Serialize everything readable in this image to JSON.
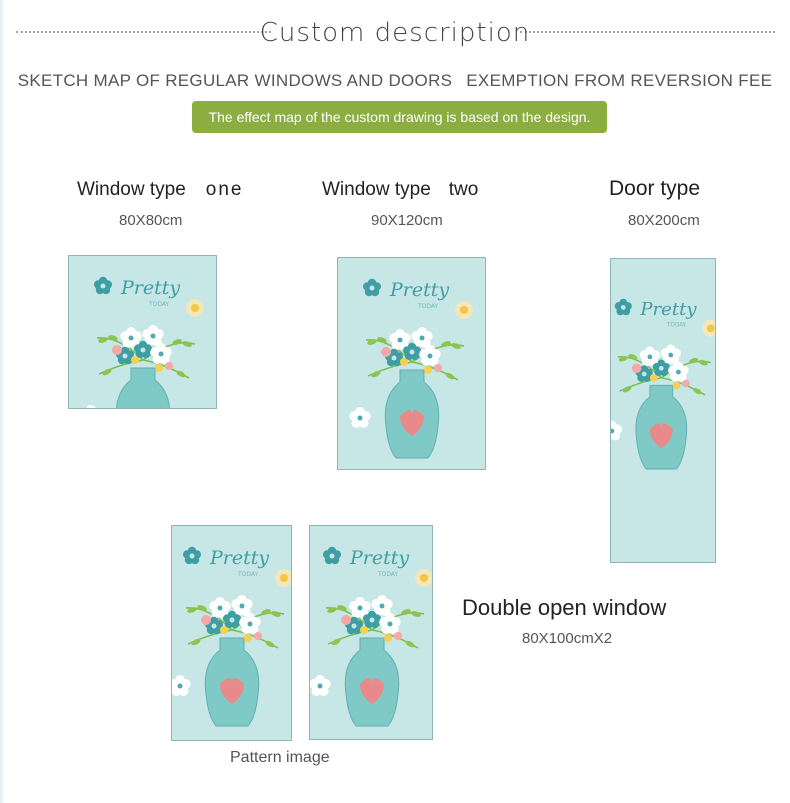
{
  "header": {
    "title": "Custom description",
    "subtitle_left": "SKETCH MAP OF REGULAR WINDOWS AND DOORS",
    "subtitle_right": "EXEMPTION FROM REVERSION FEE",
    "banner": "The effect map of the custom drawing is based on the design."
  },
  "types": {
    "window_one": {
      "label_a": "Window type",
      "label_b": "one",
      "size": "80X80cm"
    },
    "window_two": {
      "label_a": "Window type",
      "label_b": "two",
      "size": "90X120cm"
    },
    "door": {
      "label": "Door type",
      "size": "80X200cm"
    },
    "double": {
      "label": "Double open window",
      "size": "80X100cmX2"
    }
  },
  "pattern": {
    "caption": "Pattern image",
    "brand": "Pretty",
    "brand_sub": "TODAY"
  },
  "colors": {
    "panel_bg": "#c7e6e6",
    "banner_bg": "#8cad3f",
    "vase": "#7fc9c6",
    "heart": "#e88a8a",
    "flower_teal": "#3f9ea3"
  }
}
